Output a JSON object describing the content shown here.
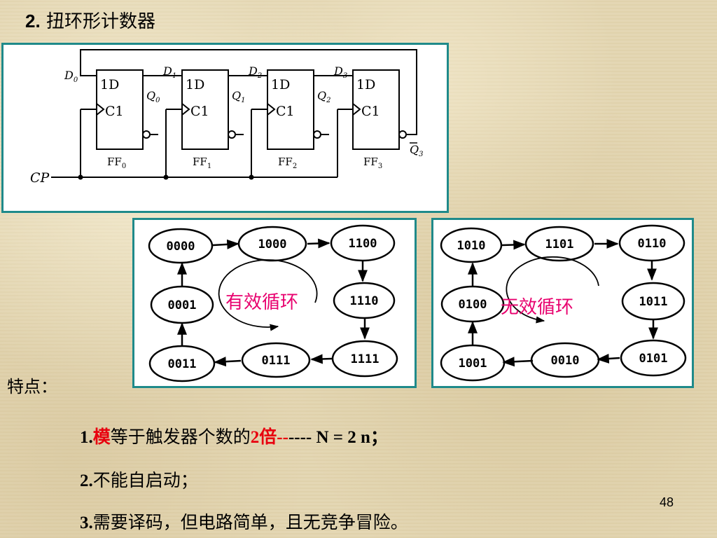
{
  "title": {
    "number": "2.",
    "text": "扭环形计数器"
  },
  "circuit": {
    "clock_label": "CP",
    "flip_flops": [
      {
        "name": "FF0",
        "input": "D0",
        "output": "Q0",
        "d_label": "1D",
        "clk_label": "C1"
      },
      {
        "name": "FF1",
        "input": "D1",
        "output": "Q1",
        "d_label": "1D",
        "clk_label": "C1"
      },
      {
        "name": "FF2",
        "input": "D2",
        "output": "Q2",
        "d_label": "1D",
        "clk_label": "C1"
      },
      {
        "name": "FF3",
        "input": "D3",
        "output": "Q3-bar",
        "d_label": "1D",
        "clk_label": "C1"
      }
    ]
  },
  "valid_cycle": {
    "label": "有效循环",
    "states": [
      "0000",
      "1000",
      "1100",
      "1110",
      "1111",
      "0111",
      "0011",
      "0001"
    ]
  },
  "invalid_cycle": {
    "label": "无效循环",
    "states": [
      "1010",
      "1101",
      "0110",
      "1011",
      "0101",
      "0010",
      "1001",
      "0100"
    ]
  },
  "features": {
    "label": "特点：",
    "items": [
      {
        "number": "1.",
        "highlight_a": "模",
        "text_a": "等于触发器个数的",
        "highlight_b": "2倍--",
        "text_b": "---- N = 2 n；"
      },
      {
        "number": "2.",
        "text": "不能自启动；"
      },
      {
        "number": "3.",
        "text": "需要译码，但电路简单，且无竞争冒险。"
      }
    ]
  },
  "page_number": "48",
  "colors": {
    "panel_border": "#1f8a8a",
    "highlight": "#e8000e",
    "cycle_label": "#e8006e"
  }
}
